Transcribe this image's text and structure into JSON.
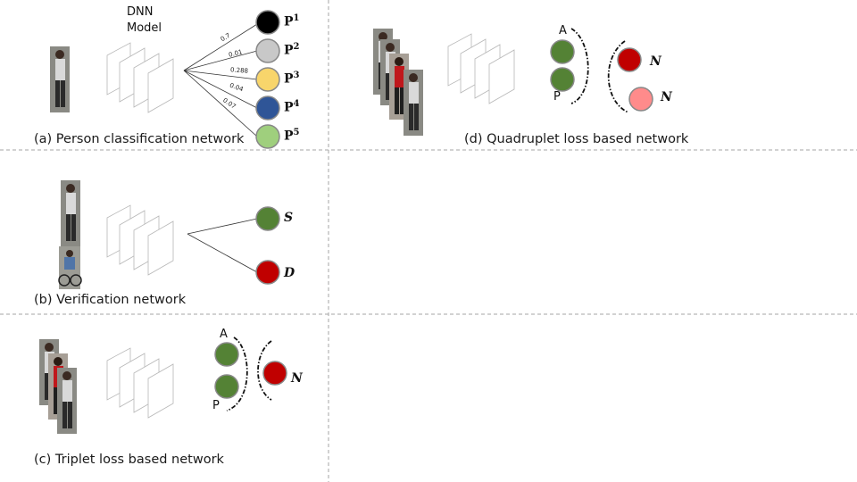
{
  "panel_a": {
    "model_label_line1": "DNN",
    "model_label_line2": "Model",
    "caption": "(a) Person classification network",
    "probabilities": [
      "0.7",
      "0.01",
      "0.288",
      "0.04",
      "0.07"
    ],
    "class_base": "P",
    "class_indices": [
      "1",
      "2",
      "3",
      "4",
      "5"
    ],
    "class_colors": [
      "#000000",
      "#c8c8c8",
      "#f8d56b",
      "#2f5597",
      "#9fcf7d"
    ]
  },
  "panel_b": {
    "caption": "(b) Verification network",
    "same_label": "S",
    "different_label": "D",
    "same_color": "#548235",
    "different_color": "#c00000"
  },
  "panel_c": {
    "caption": "(c) Triplet loss based network",
    "anchor_label": "A",
    "positive_label": "P",
    "negative_label": "N",
    "anchor_color": "#548235",
    "negative_color": "#c00000"
  },
  "panel_d": {
    "caption": "(d) Quadruplet loss based network",
    "anchor_label": "A",
    "positive_label": "P",
    "negative1_label": "N",
    "negative2_label": "N",
    "anchor_color": "#548235",
    "negative1_color": "#c00000",
    "negative2_color": "#ff8b8b"
  }
}
